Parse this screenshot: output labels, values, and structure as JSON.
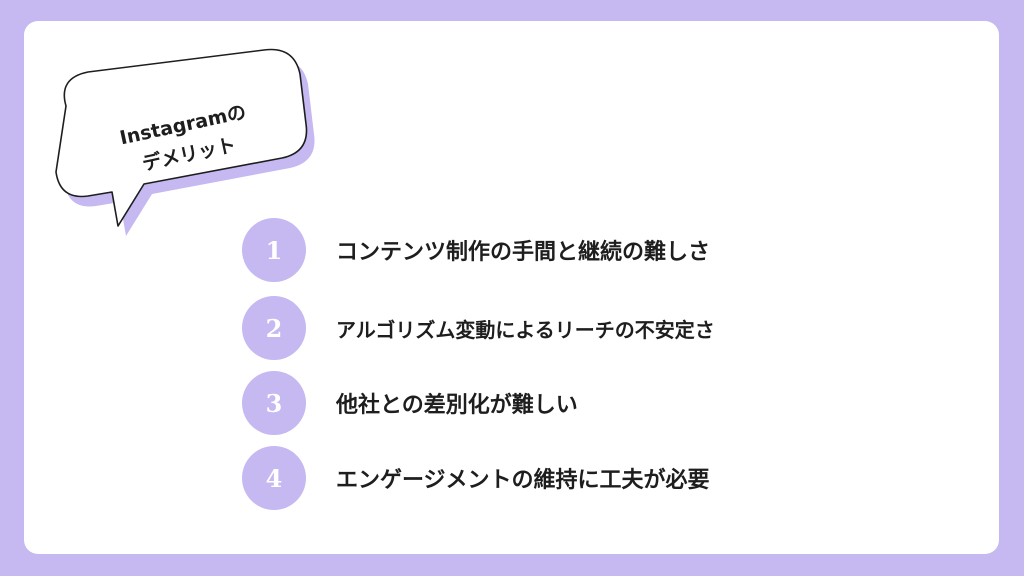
{
  "bubble": {
    "line1": "Instagramの",
    "line2": "デメリット"
  },
  "items": [
    {
      "number": "1",
      "label": "コンテンツ制作の手間と継続の難しさ"
    },
    {
      "number": "2",
      "label": "アルゴリズム変動によるリーチの不安定さ"
    },
    {
      "number": "3",
      "label": "他社との差別化が難しい"
    },
    {
      "number": "4",
      "label": "エンゲージメントの維持に工夫が必要"
    }
  ],
  "colors": {
    "background": "#c6b8f1",
    "card": "#ffffff",
    "accent": "#c6b8f1",
    "text": "#1e1e1e"
  }
}
